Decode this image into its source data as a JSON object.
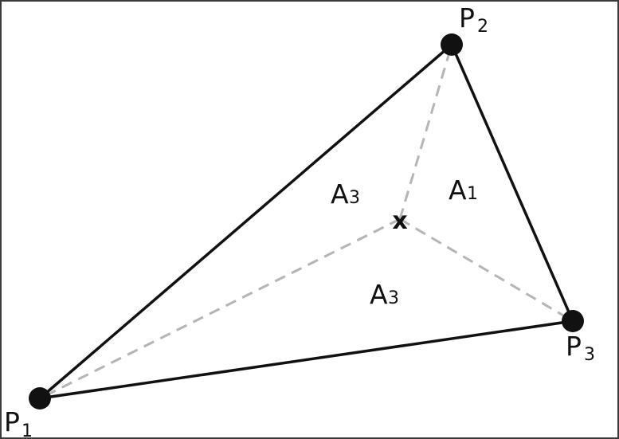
{
  "diagram": {
    "points": [
      {
        "id": "P1",
        "letter": "P",
        "sub": "1"
      },
      {
        "id": "P2",
        "letter": "P",
        "sub": "2"
      },
      {
        "id": "P3",
        "letter": "P",
        "sub": "3"
      }
    ],
    "areas": [
      {
        "id": "area-upper-left",
        "letter": "A",
        "sub": "3"
      },
      {
        "id": "area-right",
        "letter": "A",
        "sub": "1"
      },
      {
        "id": "area-bottom",
        "letter": "A",
        "sub": "3"
      }
    ],
    "interior_marker": "x",
    "colors": {
      "edge": "#111111",
      "vertex": "#111111",
      "dashed": "#b5b5b5",
      "marker": "#111111"
    }
  }
}
